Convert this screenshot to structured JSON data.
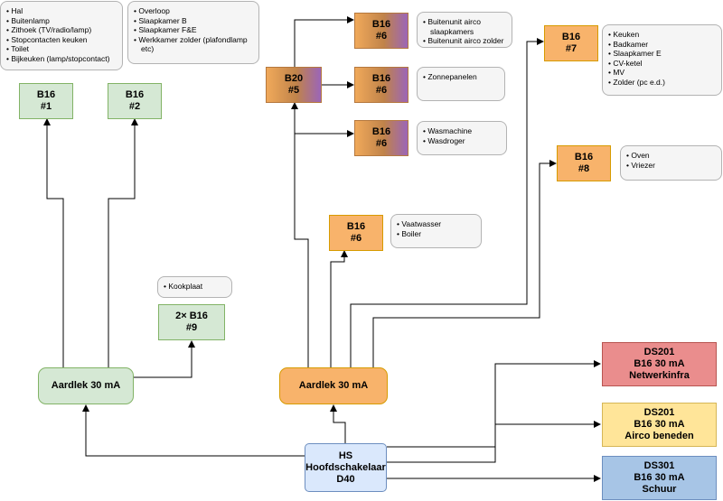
{
  "notes": {
    "n1": [
      "Hal",
      "Buitenlamp",
      "Zithoek (TV/radio/lamp)",
      "Stopcontacten keuken",
      "Toilet",
      "Bijkeuken (lamp/stopcontact)"
    ],
    "n2": [
      "Overloop",
      "Slaapkamer B",
      "Slaapkamer F&E",
      "Werkkamer zolder (plafondlamp etc)"
    ],
    "n_airco": [
      "Buitenunit airco slaapkamers",
      "Buitenunit airco zolder"
    ],
    "n_zon": [
      "Zonnepanelen"
    ],
    "n_was": [
      "Wasmachine",
      "Wasdroger"
    ],
    "n_vaat": [
      "Vaatwasser",
      "Boiler"
    ],
    "n_kook": [
      "Kookplaat"
    ],
    "n7": [
      "Keuken",
      "Badkamer",
      "Slaapkamer E",
      "CV-ketel",
      "MV",
      "Zolder (pc e.d.)"
    ],
    "n8": [
      "Oven",
      "Vriezer"
    ]
  },
  "boxes": {
    "b1": {
      "line1": "B16",
      "line2": "#1"
    },
    "b2": {
      "line1": "B16",
      "line2": "#2"
    },
    "b9": {
      "line1": "2× B16",
      "line2": "#9"
    },
    "b20": {
      "line1": "B20",
      "line2": "#5"
    },
    "b6a": {
      "line1": "B16",
      "line2": "#6"
    },
    "b6b": {
      "line1": "B16",
      "line2": "#6"
    },
    "b6c": {
      "line1": "B16",
      "line2": "#6"
    },
    "b6d": {
      "line1": "B16",
      "line2": "#6"
    },
    "b7": {
      "line1": "B16",
      "line2": "#7"
    },
    "b8": {
      "line1": "B16",
      "line2": "#8"
    },
    "aardlek_left": {
      "label": "Aardlek 30 mA"
    },
    "aardlek_right": {
      "label": "Aardlek 30 mA"
    },
    "hs": {
      "line1": "HS",
      "line2": "Hoofdschakelaar",
      "line3": "D40"
    },
    "ds_red": {
      "line1": "DS201",
      "line2": "B16 30 mA",
      "line3": "Netwerkinfra"
    },
    "ds_yellow": {
      "line1": "DS201",
      "line2": "B16 30 mA",
      "line3": "Airco beneden"
    },
    "ds_blue": {
      "line1": "DS301",
      "line2": "B16 30 mA",
      "line3": "Schuur"
    }
  },
  "colors": {
    "green": "#d5e8d4",
    "orange": "#f8b36b",
    "purple": "#9b65b8",
    "red": "#ea8d8d",
    "yellow": "#ffe599",
    "blue": "#a7c5e6",
    "hs": "#dae8fc",
    "note": "#f5f5f5"
  }
}
